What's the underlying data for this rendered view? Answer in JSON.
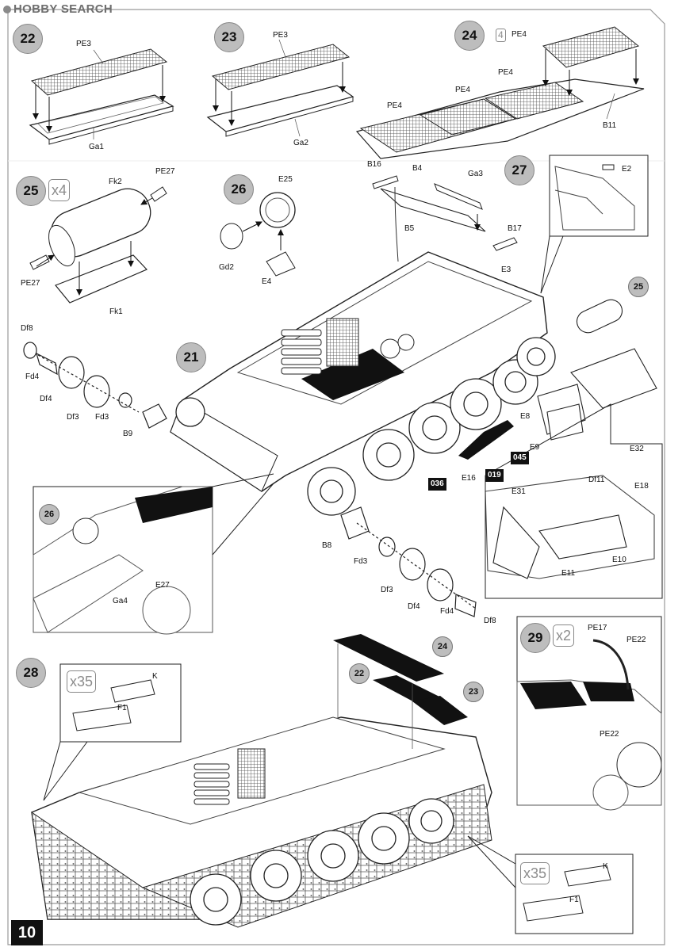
{
  "watermark": "HOBBY SEARCH",
  "page_number": "10",
  "steps": {
    "s21": "21",
    "s22": "22",
    "s23": "23",
    "s24": "24",
    "s25": "25",
    "s26": "26",
    "s27": "27",
    "s28": "28",
    "s29": "29"
  },
  "quantities": {
    "q25": "x4",
    "q24": "4",
    "q28": "x35",
    "q28b": "x35",
    "q29": "x2"
  },
  "refs": {
    "r25": "25",
    "r26": "26",
    "r22": "22",
    "r23": "23",
    "r24": "24"
  },
  "paint_codes": {
    "p045": "045",
    "p019": "019",
    "p036": "036"
  },
  "labels": {
    "pe3_a": "PE3",
    "ga1": "Ga1",
    "pe3_b": "PE3",
    "ga2": "Ga2",
    "pe4_a": "PE4",
    "pe4_b": "PE4",
    "pe4_c": "PE4",
    "pe4_d": "PE4",
    "b11": "B11",
    "fk2": "Fk2",
    "pe27_a": "PE27",
    "pe27_b": "PE27",
    "fk1": "Fk1",
    "e25": "E25",
    "gd2": "Gd2",
    "e4": "E4",
    "b16": "B16",
    "b4": "B4",
    "ga3": "Ga3",
    "b5": "B5",
    "b17": "B17",
    "e3": "E3",
    "e2": "E2",
    "df8_a": "Df8",
    "fd4_a": "Fd4",
    "df4_a": "Df4",
    "df3_a": "Df3",
    "fd3_a": "Fd3",
    "b9": "B9",
    "e8": "E8",
    "e9": "E9",
    "e16": "E16",
    "e32": "E32",
    "df11": "Df11",
    "e18": "E18",
    "e31": "E31",
    "e11": "E11",
    "e10": "E10",
    "b8": "B8",
    "fd3_b": "Fd3",
    "df3_b": "Df3",
    "df4_b": "Df4",
    "fd4_b": "Fd4",
    "df8_b": "Df8",
    "e27": "E27",
    "ga4": "Ga4",
    "k_a": "K",
    "f1_a": "F1",
    "k_b": "K",
    "f1_b": "F1",
    "pe17": "PE17",
    "pe22_a": "PE22",
    "pe22_b": "PE22"
  }
}
